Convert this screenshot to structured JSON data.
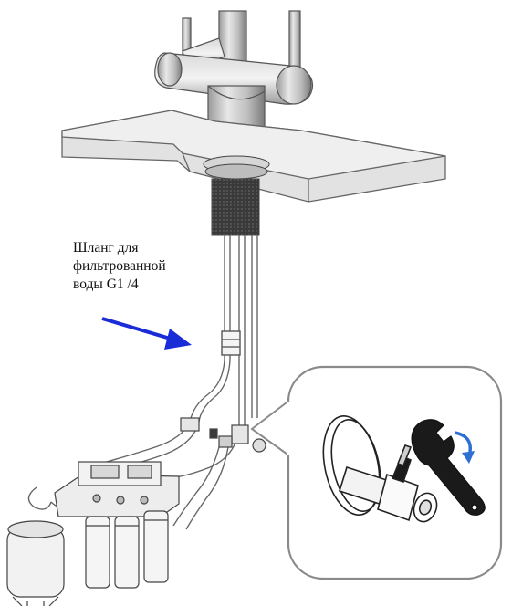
{
  "annotation": {
    "lines": [
      "Шланг для",
      "фильтрованной",
      "воды G1 /4"
    ],
    "arrow_color": "#1a2bd8"
  },
  "detail_inset": {
    "rotation_arrow_color": "#2d6fd2"
  },
  "icons": [
    "faucet-icon",
    "countertop-icon",
    "water-tank-icon",
    "filter-cartridges-icon",
    "angle-valve-icon",
    "wrench-icon",
    "rotate-arrow-icon"
  ]
}
